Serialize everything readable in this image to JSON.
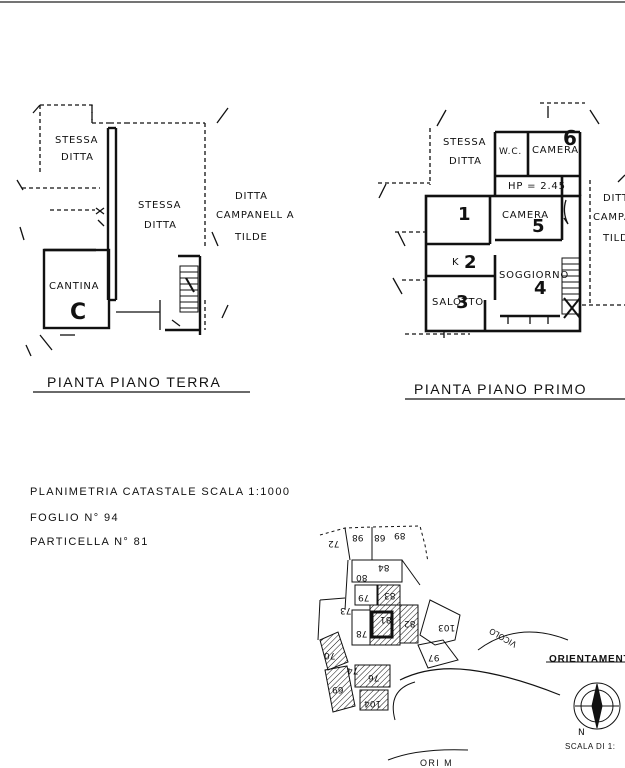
{
  "ground_floor": {
    "labels": {
      "stessa_ditta_left_1": "STESSA",
      "stessa_ditta_left_2": "DITTA",
      "stessa_ditta_center_1": "STESSA",
      "stessa_ditta_center_2": "DITTA",
      "ditta_campanella_1": "DITTA",
      "ditta_campanella_2": "CAMPANELL A",
      "ditta_campanella_3": "TILDE",
      "cantina": "CANTINA",
      "cantina_mark": "C"
    },
    "title": "PIANTA   PIANO   TERRA"
  },
  "first_floor": {
    "labels": {
      "stessa_ditta_1": "STESSA",
      "stessa_ditta_2": "DITTA",
      "wc": "W.C.",
      "camera_top": "CAMERA",
      "hp": "HP = 2.45",
      "camera_mid": "CAMERA",
      "k": "K",
      "soggiorno": "SOGGIORNO",
      "salotto": "SALOTTO",
      "ditta_edge_1": "DITT",
      "ditta_edge_2": "CAMPA",
      "ditta_edge_3": "TILD",
      "mark_1": "1",
      "mark_2": "2",
      "mark_3": "3",
      "mark_4": "4",
      "mark_5": "5",
      "mark_6": "6"
    },
    "title": "PIANTA    PIANO    PRIMO"
  },
  "info": {
    "line1": "PLANIMETRIA   CATASTALE   SCALA  1:1000",
    "line2": "FOGLIO   N° 94",
    "line3": "PARTICELLA  N° 81"
  },
  "map": {
    "parcel_numbers": [
      "98",
      "89",
      "72",
      "84",
      "80",
      "79",
      "83",
      "82",
      "81",
      "78",
      "103",
      "70",
      "69",
      "76",
      "104",
      "97",
      "68",
      "73",
      "74"
    ],
    "orientation_label": "ORIENTAMENTO",
    "north_label": "N",
    "scale_label": "SCALA DI 1:",
    "road_label": "VICOLO",
    "bottom_fragment": "ORI M"
  }
}
